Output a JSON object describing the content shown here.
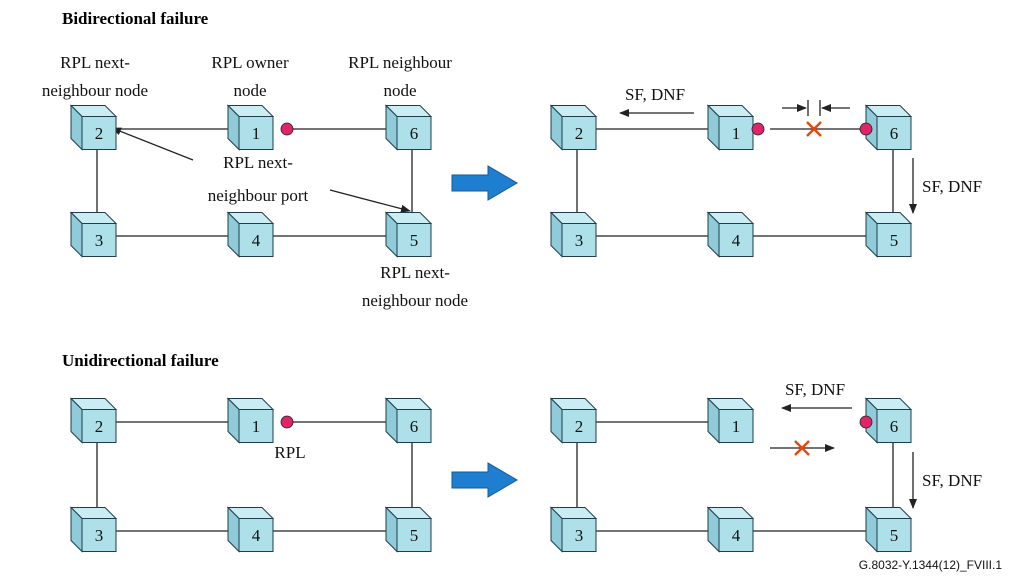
{
  "sections": {
    "bidirectional": {
      "heading": "Bidirectional failure"
    },
    "unidirectional": {
      "heading": "Unidirectional failure"
    }
  },
  "labels": {
    "next_neighbour_node_tl": [
      "RPL next-",
      "neighbour node"
    ],
    "owner_node": [
      "RPL owner",
      "node"
    ],
    "neighbour_node": [
      "RPL neighbour",
      "node"
    ],
    "next_neighbour_port": [
      "RPL next-",
      "neighbour port"
    ],
    "next_neighbour_node_br": [
      "RPL next-",
      "neighbour node"
    ],
    "rpl": "RPL",
    "sf_dnf": "SF, DNF"
  },
  "nodes": [
    "1",
    "2",
    "3",
    "4",
    "5",
    "6"
  ],
  "colors": {
    "node_fill": "#aee0ea",
    "node_stroke": "#1f3d4a",
    "rpl_port": "#e0246a",
    "failure_cross": "#e8470a",
    "transition_arrow": "#1e7fd0",
    "line": "#222222"
  },
  "footer": {
    "code": "G.8032-Y.1344(12)_FVIII.1"
  }
}
